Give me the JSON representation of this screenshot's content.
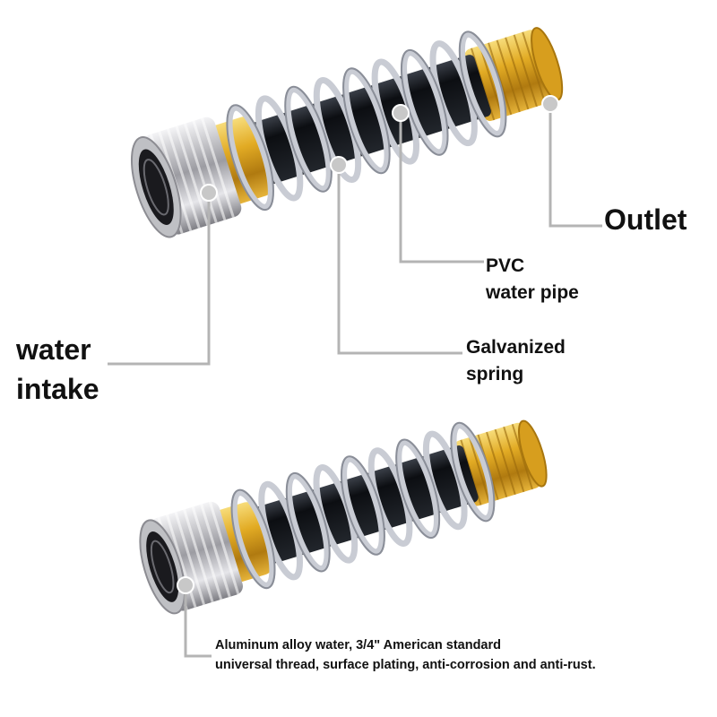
{
  "labels": {
    "outlet": "Outlet",
    "pvc_line1": "PVC",
    "pvc_line2": "water pipe",
    "spring_line1": "Galvanized",
    "spring_line2": "spring",
    "intake_line1": "water",
    "intake_line2": "intake"
  },
  "caption": {
    "line1": "Aluminum alloy water, 3/4\" American standard",
    "line2": "universal thread, surface plating, anti-corrosion and anti-rust."
  },
  "colors": {
    "brass": "#e0a820",
    "chrome": "#c8c8cc",
    "pipe": "#111418",
    "leader": "#b4b4b4"
  }
}
